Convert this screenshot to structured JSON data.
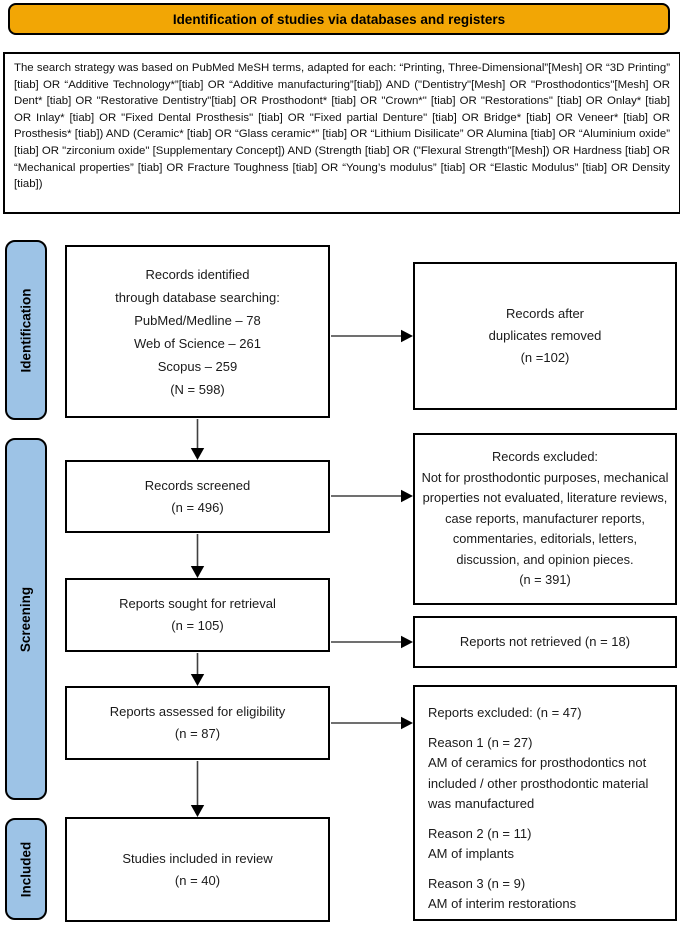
{
  "header": {
    "title": "Identification of studies via databases and registers"
  },
  "search_strategy": {
    "text": "The search strategy was based on PubMed MeSH terms, adapted for each: “Printing, Three-Dimensional”[Mesh] OR “3D Printing” [tiab] OR “Additive Technology*”[tiab] OR “Additive manufacturing”[tiab]) AND (\"Dentistry\"[Mesh] OR \"Prosthodontics\"[Mesh] OR Dent* [tiab] OR \"Restorative Dentistry\"[tiab] OR Prosthodont* [tiab] OR \"Crown*\" [tiab] OR \"Restorations\" [tiab] OR Onlay* [tiab] OR Inlay* [tiab] OR \"Fixed Dental Prosthesis\" [tiab] OR \"Fixed partial Denture\" [tiab] OR Bridge* [tiab] OR Veneer* [tiab] OR Prosthesis* [tiab]) AND (Ceramic* [tiab] OR “Glass ceramic*” [tiab] OR “Lithium Disilicate” OR Alumina [tiab] OR “Aluminium oxide” [tiab] OR \"zirconium oxide\" [Supplementary Concept]) AND (Strength [tiab] OR (\"Flexural Strength\"[Mesh]) OR Hardness [tiab] OR “Mechanical properties” [tiab] OR Fracture Toughness [tiab] OR “Young’s modulus” [tiab] OR “Elastic Modulus” [tiab] OR Density [tiab])"
  },
  "stages": [
    {
      "label": "Identification"
    },
    {
      "label": "Screening"
    },
    {
      "label": "Included"
    }
  ],
  "boxes": {
    "records_identified": {
      "lines": [
        "Records identified",
        "through database searching:",
        "PubMed/Medline – 78",
        "Web of Science – 261",
        "Scopus – 259",
        "(N = 598)"
      ]
    },
    "duplicates_removed": {
      "lines": [
        "Records after",
        "duplicates removed",
        "(n =102)"
      ]
    },
    "records_screened": {
      "lines": [
        "Records screened",
        "(n = 496)"
      ]
    },
    "records_excluded": {
      "title": "Records excluded:",
      "body": "Not for prosthodontic purposes, mechanical properties not evaluated, literature reviews, case reports, manufacturer reports, commentaries, editorials, letters, discussion, and opinion pieces.",
      "count": "(n = 391)"
    },
    "reports_sought": {
      "lines": [
        "Reports sought for retrieval",
        "(n = 105)"
      ]
    },
    "reports_not_retrieved": {
      "lines": [
        "Reports not retrieved (n = 18)"
      ]
    },
    "reports_assessed": {
      "lines": [
        "Reports assessed for eligibility",
        "(n = 87)"
      ]
    },
    "reports_excluded": {
      "title": "Reports excluded: (n = 47)",
      "reasons": [
        {
          "label": "Reason 1 (n = 27)",
          "detail": "AM of ceramics for prosthodontics not included / other prosthodontic material was manufactured"
        },
        {
          "label": "Reason 2 (n = 11)",
          "detail": "AM of implants"
        },
        {
          "label": "Reason 3 (n = 9)",
          "detail": "AM of interim restorations"
        }
      ]
    },
    "studies_included": {
      "lines": [
        "Studies included in review",
        "(n = 40)"
      ]
    }
  },
  "colors": {
    "banner-fill": "#F2A605",
    "stage-fill": "#9DC3E6",
    "border": "#000000",
    "arrow-line": "#404040",
    "text": "#1A1A1A"
  }
}
